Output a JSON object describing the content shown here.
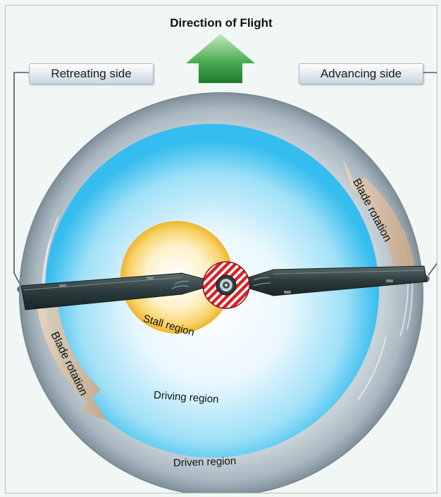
{
  "title": "Direction of Flight",
  "labels": {
    "retreating": "Retreating side",
    "advancing": "Advancing side",
    "blade_rotation_right": "Blade rotation",
    "blade_rotation_left": "Blade rotation",
    "stall_region": "Stall region",
    "driving_region": "Driving region",
    "driven_region": "Driven region"
  },
  "colors": {
    "arrow": "#2e8b3a",
    "driven_ring": "#8a9aa6",
    "driving_region": "#4cc6f0",
    "stall_region": "#f3c040",
    "hub_stripes": "#d9232a",
    "blade": "#27383a",
    "rotation_arrow": "#c9a98a"
  },
  "icons": {
    "direction": "up-arrow-icon",
    "hub": "rotor-hub-icon"
  }
}
